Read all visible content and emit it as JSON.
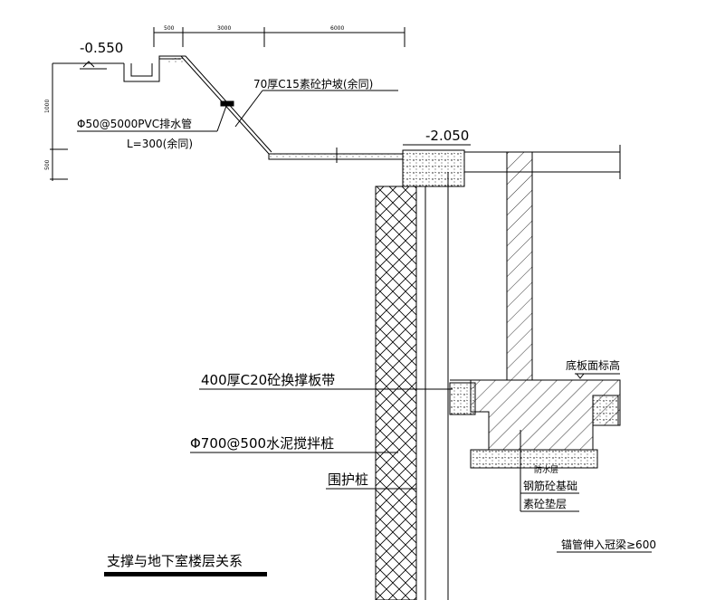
{
  "elevations": {
    "ground": "-0.550",
    "cap_beam": "-2.050"
  },
  "dimensions": {
    "top": [
      "500",
      "3000",
      "6000"
    ],
    "left": [
      "1000",
      "500"
    ]
  },
  "labels": {
    "slope_protection": "70厚C15素砼护坡(余同)",
    "drain_pipe_1": "Φ50@5000PVC排水管",
    "drain_pipe_2": "L=300(余同)",
    "replacement_strip": "400厚C20砼换撑板带",
    "mixing_pile": "Φ700@500水泥搅拌桩",
    "retaining_pile": "围护桩",
    "slab_elevation": "底板面标高",
    "waterproof": "防水层",
    "rc_foundation": "钢筋砼基础",
    "plain_cushion": "素砼垫层",
    "anchor_note": "锚管伸入冠梁≥600"
  },
  "title": "支撑与地下室楼层关系"
}
